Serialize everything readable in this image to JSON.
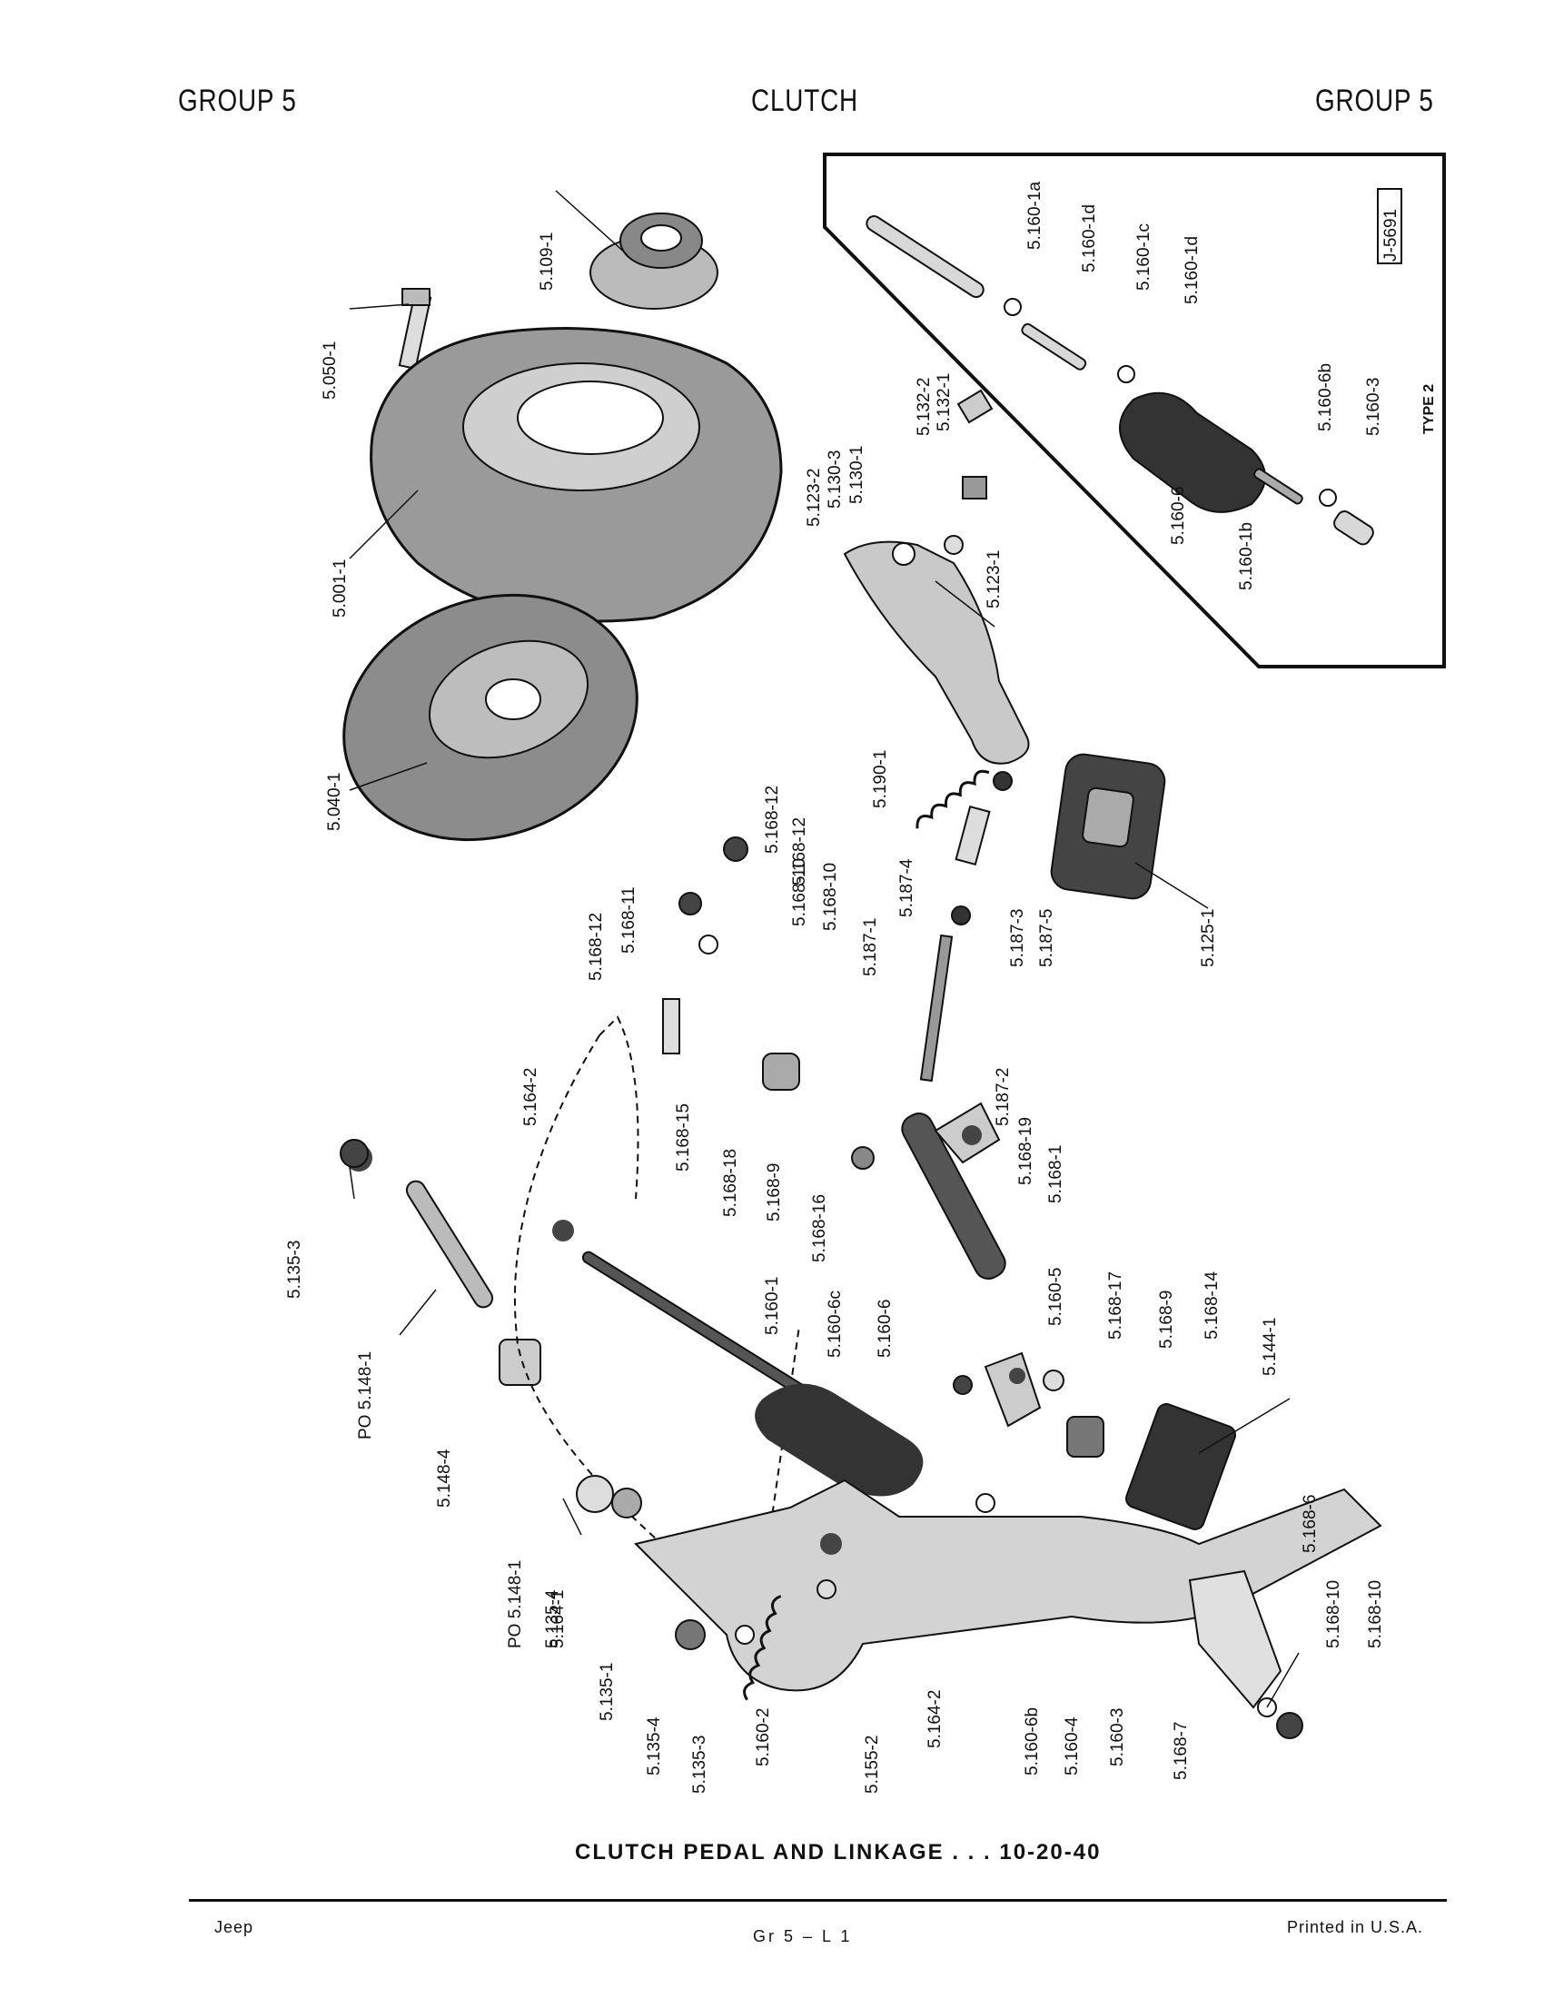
{
  "header": {
    "left": "GROUP 5",
    "center": "CLUTCH",
    "right": "GROUP 5"
  },
  "inset": {
    "badge": "J-5691",
    "type_label": "TYPE 2",
    "labels": [
      "5.160-1a",
      "5.160-1d",
      "5.160-1c",
      "5.160-1d",
      "5.160-6b",
      "5.160-3",
      "5.160-6",
      "5.160-1b"
    ]
  },
  "labels": [
    "5.109-1",
    "5.050-1",
    "5.001-1",
    "5.040-1",
    "5.132-1",
    "5.132-2",
    "5.130-1",
    "5.130-3",
    "5.123-2",
    "5.123-1",
    "5.190-1",
    "5.125-1",
    "5.187-5",
    "5.187-3",
    "5.187-4",
    "5.187-1",
    "5.187-2",
    "5.168-12",
    "5.168-12",
    "5.168-10",
    "5.168-10",
    "5.168-11",
    "5.168-12",
    "5.164-2",
    "5.168-15",
    "5.168-18",
    "5.168-9",
    "5.168-16",
    "5.168-19",
    "5.168-1",
    "5.135-3",
    "PO 5.148-1",
    "5.148-4",
    "5.160-1",
    "5.160-6c",
    "5.160-6",
    "5.160-5",
    "5.168-17",
    "5.168-9",
    "5.168-14",
    "5.144-1",
    "PO 5.148-1",
    "5.135-4",
    "5.164-1",
    "5.135-1",
    "5.135-4",
    "5.135-3",
    "5.160-2",
    "5.155-2",
    "5.164-2",
    "5.160-6b",
    "5.160-4",
    "5.160-3",
    "5.168-7",
    "5.168-6",
    "5.168-10",
    "5.168-10"
  ],
  "caption": "CLUTCH PEDAL AND LINKAGE . . . 10-20-40",
  "footer": {
    "left": "Jeep",
    "center": "Gr 5 – L 1",
    "right": "Printed in U.S.A."
  }
}
